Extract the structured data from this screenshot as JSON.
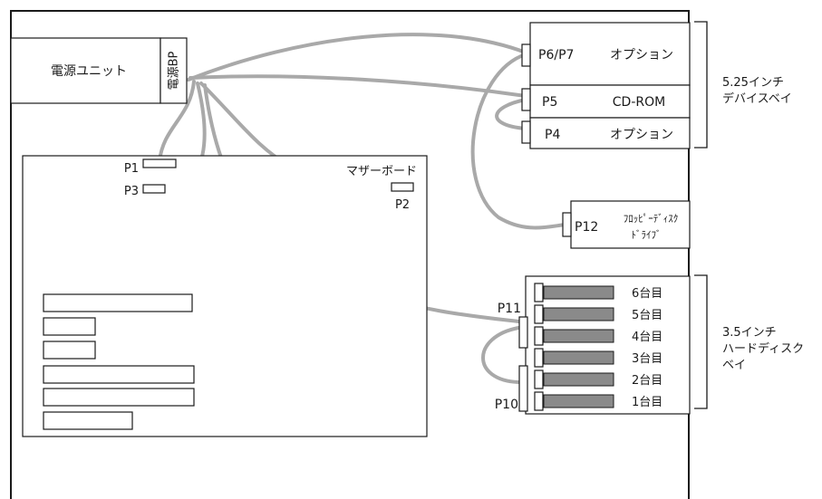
{
  "psu": {
    "label": "電源ユニット",
    "backplane_label": "電源BP"
  },
  "motherboard": {
    "label": "マザーボード"
  },
  "connectors": {
    "p1": "P1",
    "p2": "P2",
    "p3": "P3",
    "p4": "P4",
    "p5": "P5",
    "p6p7": "P6/P7",
    "p10": "P10",
    "p11": "P11",
    "p12": "P12"
  },
  "bays_525": {
    "items": [
      "オプション",
      "CD-ROM",
      "オプション"
    ],
    "group_label_line1": "5.25インチ",
    "group_label_line2": "デバイスベイ"
  },
  "floppy": {
    "label_line1": "ﾌﾛｯﾋﾟｰﾃﾞｨｽｸ",
    "label_line2": "ﾄﾞﾗｲﾌﾞ"
  },
  "hdd_bays": {
    "items": [
      "6台目",
      "5台目",
      "4台目",
      "3台目",
      "2台目",
      "1台目"
    ],
    "group_label_line1": "3.5インチ",
    "group_label_line2": "ハードディスク",
    "group_label_line3": "ベイ"
  },
  "colors": {
    "cable": "#a9a9a9",
    "line": "#1a1a1a",
    "hdd_fill": "#8a8a8a"
  }
}
